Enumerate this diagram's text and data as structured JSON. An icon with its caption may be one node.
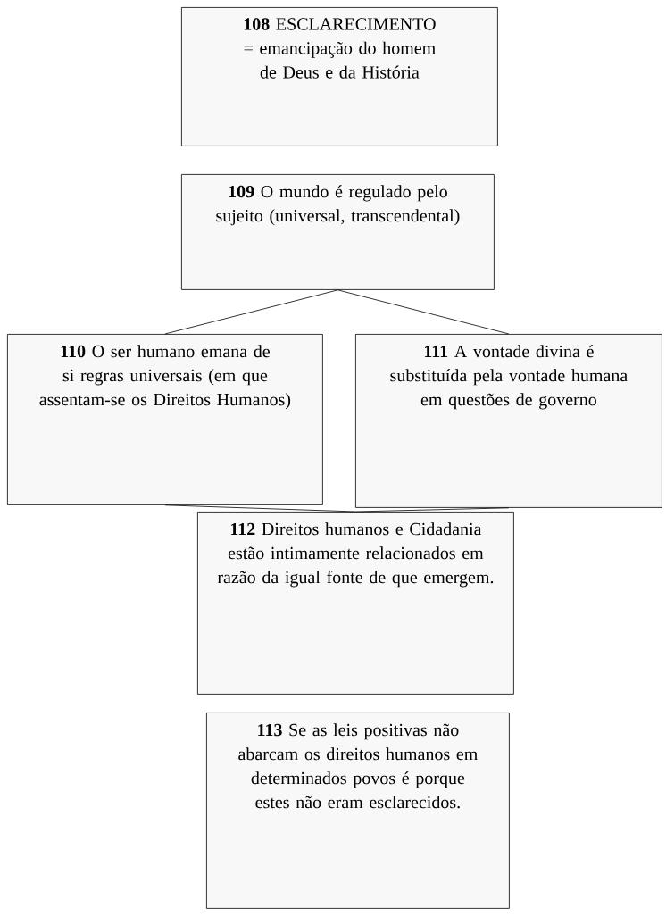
{
  "diagram": {
    "nodes": [
      {
        "text": [
          "**108** ESCLARECIMENTO = emancipação do homem de Deus e da História"
        ]
      },
      {
        "text": [
          "**109** O mundo é regulado pelo sujeito (universal, transcendental)"
        ]
      },
      {
        "text": [
          "**110** O ser humano emana de si regras universais (em que assentam-se os Direitos Humanos)"
        ]
      },
      {
        "text": [
          "**111** A vontade divina é substituída pela vontade humana em questões de governo"
        ]
      },
      {
        "text": [
          "**112** Direitos humanos e Cidadania estão intimamente relacionados em razão da igual fonte de que emergem."
        ]
      },
      {
        "text": [
          "**113** Se as leis positivas não abarcam os direitos humanos em determinados povos é porque estes não eram esclarecidos."
        ]
      }
    ],
    "edges": [
      {
        "from": 1,
        "to": 2,
        "arrow": "none"
      },
      {
        "from": 1,
        "to": 3,
        "arrow": "none"
      },
      {
        "from": 2,
        "to": 4,
        "arrow": "none"
      },
      {
        "from": 3,
        "to": 4,
        "arrow": "none"
      }
    ]
  }
}
